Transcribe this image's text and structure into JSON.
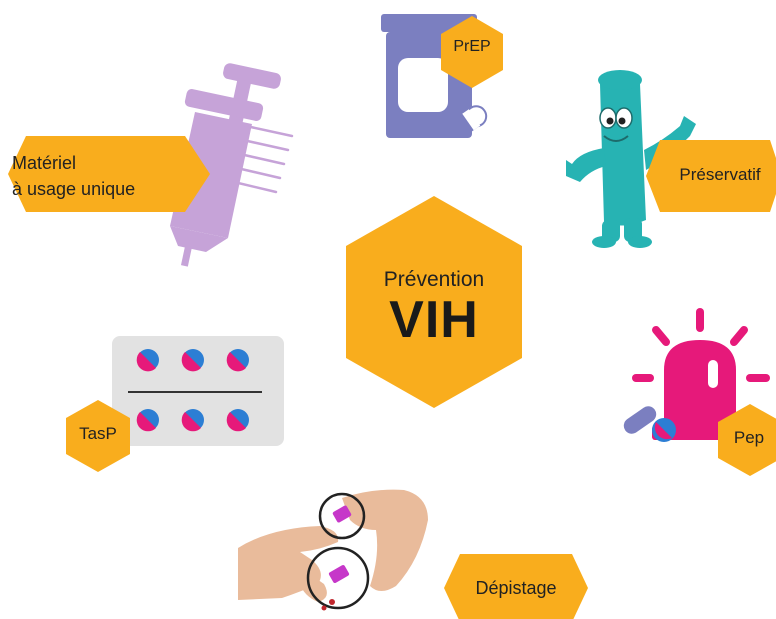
{
  "center": {
    "subtitle": "Prévention",
    "title": "VIH"
  },
  "labels": {
    "prep": "PrEP",
    "materiel_line1": "Matériel",
    "materiel_line2": "à usage unique",
    "preservatif": "Préservatif",
    "tasp": "TasP",
    "pep": "Pep",
    "depistage": "Dépistage"
  },
  "colors": {
    "hexagon": "#f9ad1d",
    "syringe": "#c6a3d8",
    "bottle": "#7b7fc0",
    "condom": "#27b3b3",
    "alarm": "#e6197a",
    "pill_pink": "#e6197a",
    "pill_blue": "#2c7ed4",
    "blister": "#e2e2e2",
    "skin": "#e9bb9b",
    "strip": "#c637c9"
  },
  "icons": [
    "syringe-icon",
    "pill-bottle-icon",
    "condom-mascot-icon",
    "blister-pack-icon",
    "alarm-light-icon",
    "finger-prick-test-icon"
  ]
}
